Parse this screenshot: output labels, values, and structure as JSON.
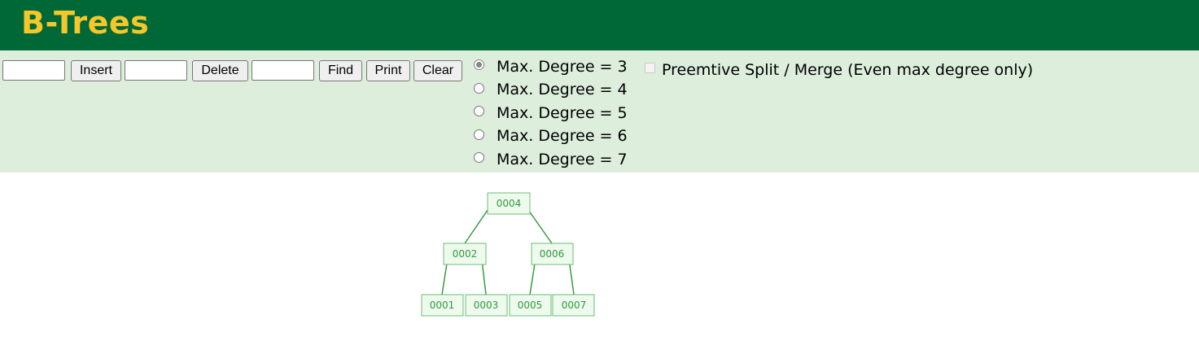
{
  "header": {
    "title": "B-Trees"
  },
  "controls": {
    "insert_input_value": "",
    "insert_label": "Insert",
    "delete_input_value": "",
    "delete_label": "Delete",
    "find_input_value": "",
    "find_label": "Find",
    "print_label": "Print",
    "clear_label": "Clear",
    "degree_options": [
      {
        "label": "Max. Degree = 3",
        "checked": true
      },
      {
        "label": "Max. Degree = 4",
        "checked": false
      },
      {
        "label": "Max. Degree = 5",
        "checked": false
      },
      {
        "label": "Max. Degree = 6",
        "checked": false
      },
      {
        "label": "Max. Degree = 7",
        "checked": false
      }
    ],
    "preemptive_checkbox": {
      "label": "Preemtive Split / Merge (Even max degree only)",
      "checked": false,
      "disabled": true
    }
  },
  "tree": {
    "root": "0004",
    "internal": [
      "0002",
      "0006"
    ],
    "leaves": [
      "0001",
      "0003",
      "0005",
      "0007"
    ]
  },
  "colors": {
    "header_bg": "#006837",
    "title": "#f5c72a",
    "controls_bg": "#ddeedd",
    "node_fill": "#eefaee",
    "node_stroke": "#6dbf72",
    "edge": "#3a9a45",
    "node_text": "#2e9a3a"
  }
}
